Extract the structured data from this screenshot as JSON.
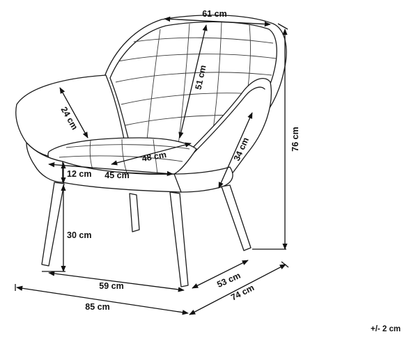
{
  "diagram": {
    "subject": "armchair",
    "dimensions": {
      "seat_back_width": "61 cm",
      "backrest_height": "51 cm",
      "armrest_height": "24 cm",
      "seat_depth": "48 cm",
      "seat_width": "45 cm",
      "seat_cushion_thickness": "12 cm",
      "armrest_length": "34 cm",
      "total_height": "76 cm",
      "seat_height_from_floor": "30 cm",
      "legs_width_front": "59 cm",
      "legs_depth_side": "53 cm",
      "total_width": "85 cm",
      "total_depth": "74 cm"
    },
    "tolerance": "+/- 2 cm"
  }
}
